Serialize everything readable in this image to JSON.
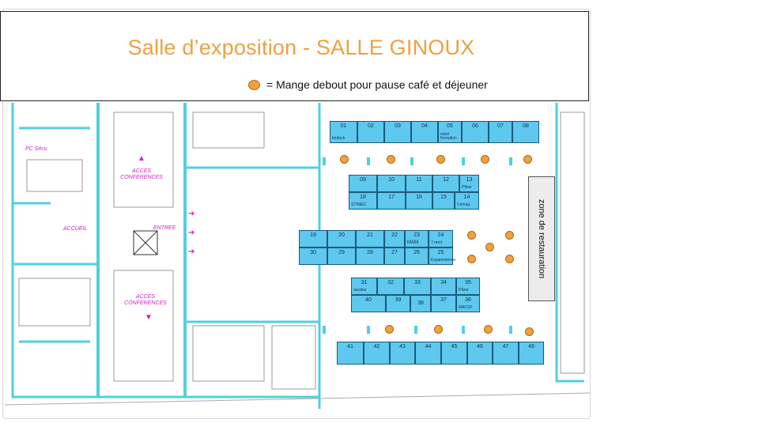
{
  "header": {
    "title": "Salle d’exposition - SALLE GINOUX",
    "legend_text": "= Mange debout pour pause café et déjeuner"
  },
  "restaurant_zone": "zone de restauration",
  "plan_labels": {
    "pc_sieg": "PC Sécu",
    "acces_top": "ACCES\nCONFERENCES",
    "accueil": "ACCUEIL",
    "entree": "ENTREE",
    "acces_bottom": "ACCES\nCONFERENCES"
  },
  "booths_row1": [
    {
      "num": "01",
      "sub": "bmtech"
    },
    {
      "num": "02",
      "sub": ""
    },
    {
      "num": "03",
      "sub": ""
    },
    {
      "num": "04",
      "sub": ""
    },
    {
      "num": "05",
      "sub": "natal\nformation"
    },
    {
      "num": "06",
      "sub": ""
    },
    {
      "num": "07",
      "sub": ""
    },
    {
      "num": "08",
      "sub": ""
    }
  ],
  "booths_row2": [
    {
      "num": "09",
      "sub": ""
    },
    {
      "num": "10",
      "sub": ""
    },
    {
      "num": "11",
      "sub": ""
    },
    {
      "num": "12",
      "sub": ""
    },
    {
      "num": "13",
      "sub": "Pfizer"
    },
    {
      "num": "18",
      "sub": "STIMED"
    },
    {
      "num": "17",
      "sub": ""
    },
    {
      "num": "16",
      "sub": ""
    },
    {
      "num": "15",
      "sub": ""
    },
    {
      "num": "14",
      "sub": "Cemag"
    }
  ],
  "booths_row3": [
    {
      "num": "19",
      "sub": ""
    },
    {
      "num": "20",
      "sub": ""
    },
    {
      "num": "21",
      "sub": ""
    },
    {
      "num": "22",
      "sub": ""
    },
    {
      "num": "23",
      "sub": "MAM"
    },
    {
      "num": "24",
      "sub": "7 med"
    },
    {
      "num": "30",
      "sub": ""
    },
    {
      "num": "29",
      "sub": ""
    },
    {
      "num": "28",
      "sub": ""
    },
    {
      "num": "27",
      "sub": ""
    },
    {
      "num": "26",
      "sub": ""
    },
    {
      "num": "25",
      "sub": "Expanscience"
    }
  ],
  "booths_row4": [
    {
      "num": "31",
      "sub": "medela"
    },
    {
      "num": "32",
      "sub": ""
    },
    {
      "num": "33",
      "sub": ""
    },
    {
      "num": "34",
      "sub": ""
    },
    {
      "num": "35",
      "sub": "Pfizer"
    },
    {
      "num": "40",
      "sub": ""
    },
    {
      "num": "39",
      "sub": ""
    },
    {
      "num": "38",
      "sub": ""
    },
    {
      "num": "37",
      "sub": ""
    },
    {
      "num": "36",
      "sub": "MACSF"
    }
  ],
  "booths_row5": [
    {
      "num": "41",
      "sub": ""
    },
    {
      "num": "42",
      "sub": ""
    },
    {
      "num": "43",
      "sub": ""
    },
    {
      "num": "44",
      "sub": ""
    },
    {
      "num": "45",
      "sub": ""
    },
    {
      "num": "46",
      "sub": ""
    },
    {
      "num": "47",
      "sub": ""
    },
    {
      "num": "48",
      "sub": ""
    }
  ],
  "colors": {
    "title": "#f0a040",
    "booth_fill": "#5ec8ee",
    "mange_debout": "#f0a040",
    "plan_walls": "#4fd0e0",
    "plan_labels": "#d020c0"
  }
}
